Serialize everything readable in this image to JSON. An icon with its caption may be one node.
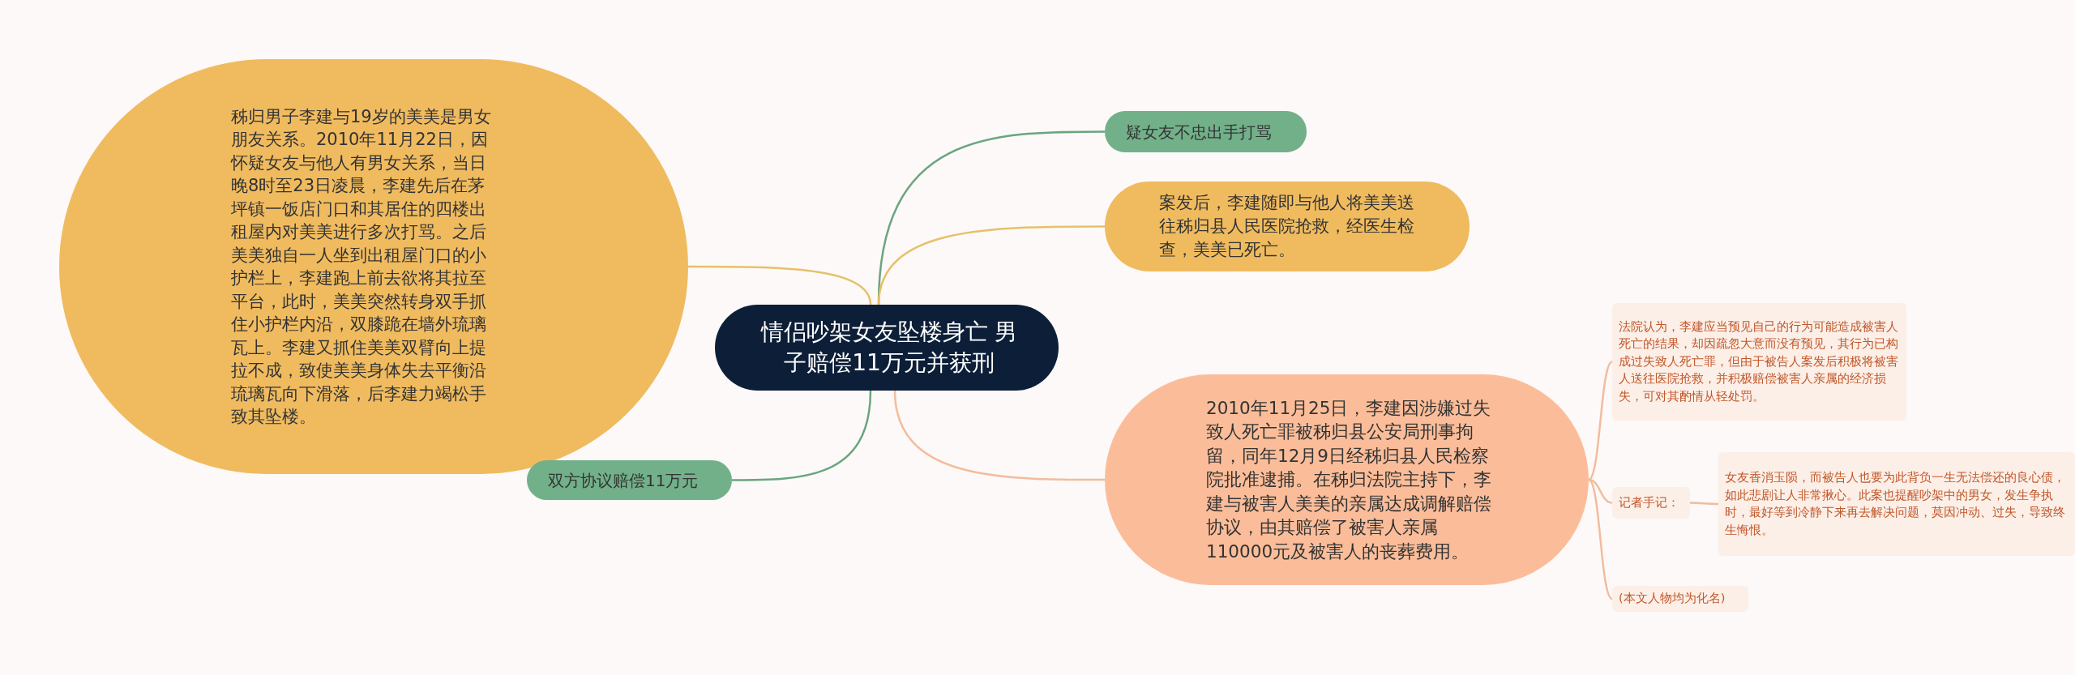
{
  "diagram": {
    "nodes": [
      {
        "text": [
          "情侣吵架女友坠楼身亡 男子赔偿11万元并获刑"
        ]
      },
      {
        "text": [
          "秭归男子李建与19岁的美美是男女朋友关系。2010年11月22日，因怀疑女友与他人有男女关系，当日晚8时至23日凌晨，李建先后在茅坪镇一饭店门口和其居住的四楼出租屋内对美美进行多次打骂。之后美美独自一人坐到出租屋门口的小护栏上，李建跑上前去欲将其拉至平台，此时，美美突然转身双手抓住小护栏内沿，双膝跪在墙外琉璃瓦上。李建又抓住美美双臂向上提拉不成，致使美美身体失去平衡沿琉璃瓦向下滑落，后李建力竭松手致其坠楼。"
        ]
      },
      {
        "text": [
          "双方协议赔偿11万元"
        ]
      },
      {
        "text": [
          "疑女友不忠出手打骂"
        ]
      },
      {
        "text": [
          "案发后，李建随即与他人将美美送往秭归县人民医院抢救，经医生检查，美美已死亡。"
        ]
      },
      {
        "text": [
          "2010年11月25日，李建因涉嫌过失致人死亡罪被秭归县公安局刑事拘留，同年12月9日经秭归县人民检察院批准逮捕。在秭归法院主持下，李建与被害人美美的亲属达成调解赔偿协议，由其赔偿了被害人亲属110000元及被害人的丧葬费用。"
        ]
      },
      {
        "text": [
          "法院认为，李建应当预见自己的行为可能造成被害人死亡的结果，却因疏忽大意而没有预见，其行为已构成过失致人死亡罪，但由于被告人案发后积极将被害人送往医院抢救，并积极赔偿被害人亲属的经济损失，可对其酌情从轻处罚。"
        ]
      },
      {
        "text": [
          "记者手记："
        ]
      },
      {
        "text": [
          "女友香消玉陨，而被告人也要为此背负一生无法偿还的良心债，如此悲剧让人非常揪心。此案也提醒吵架中的男女，发生争执时，最好等到冷静下来再去解决问题，莫因冲动、过失，导致终生悔恨。"
        ]
      },
      {
        "text": [
          "(本文人物均为化名)"
        ]
      }
    ],
    "edges": [
      {
        "from": 0,
        "to": 1,
        "arrow": "none",
        "color": "#e8c06a"
      },
      {
        "from": 0,
        "to": 2,
        "arrow": "none",
        "color": "#6aa57f"
      },
      {
        "from": 0,
        "to": 3,
        "arrow": "none",
        "color": "#6aa57f"
      },
      {
        "from": 0,
        "to": 4,
        "arrow": "none",
        "color": "#e8c06a"
      },
      {
        "from": 0,
        "to": 5,
        "arrow": "none",
        "color": "#f3bc9c"
      },
      {
        "from": 5,
        "to": 6,
        "arrow": "none",
        "color": "#f3bc9c"
      },
      {
        "from": 5,
        "to": 7,
        "arrow": "none",
        "color": "#f3bc9c"
      },
      {
        "from": 5,
        "to": 9,
        "arrow": "none",
        "color": "#f3bc9c"
      },
      {
        "from": 7,
        "to": 8,
        "arrow": "none",
        "color": "#f3bc9c"
      }
    ]
  }
}
